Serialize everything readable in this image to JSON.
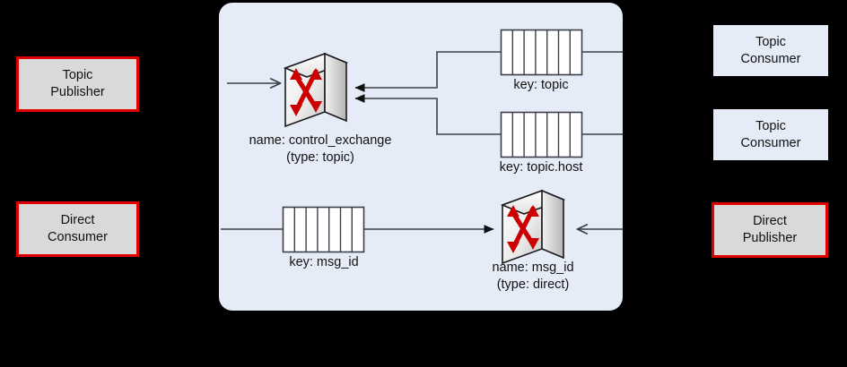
{
  "diagram": {
    "title": "AMQP message broker routing topology",
    "background_color": "#000000",
    "panel_color": "#e6ecf7",
    "publisher_fill": "#d9d9d9",
    "publisher_border": "#e00000",
    "consumer_fill": "#e6ecf7",
    "exchange_arrow_color": "#cc0000",
    "line_color": "#3a3f४a"
  },
  "left_nodes": [
    {
      "id": "topic-publisher",
      "line1": "Topic",
      "line2": "Publisher",
      "style": "endpoint-red"
    },
    {
      "id": "direct-consumer",
      "line1": "Direct",
      "line2": "Consumer",
      "style": "endpoint-red"
    }
  ],
  "right_nodes": [
    {
      "id": "topic-consumer-1",
      "line1": "Topic",
      "line2": "Consumer",
      "style": "endpoint-blue"
    },
    {
      "id": "topic-consumer-2",
      "line1": "Topic",
      "line2": "Consumer",
      "style": "endpoint-blue"
    },
    {
      "id": "direct-publisher",
      "line1": "Direct",
      "line2": "Publisher",
      "style": "endpoint-red"
    }
  ],
  "exchanges": [
    {
      "id": "control-exchange",
      "name_line": "name: control_exchange",
      "type_line": "(type: topic)"
    },
    {
      "id": "msg-id-exchange",
      "name_line": "name: msg_id",
      "type_line": "(type: direct)"
    }
  ],
  "queues": [
    {
      "id": "queue-topic",
      "label": "key: topic",
      "cells": 7
    },
    {
      "id": "queue-topic-host",
      "label": "key: topic.host",
      "cells": 7
    },
    {
      "id": "queue-msg-id",
      "label": "key: msg_id",
      "cells": 7
    }
  ]
}
